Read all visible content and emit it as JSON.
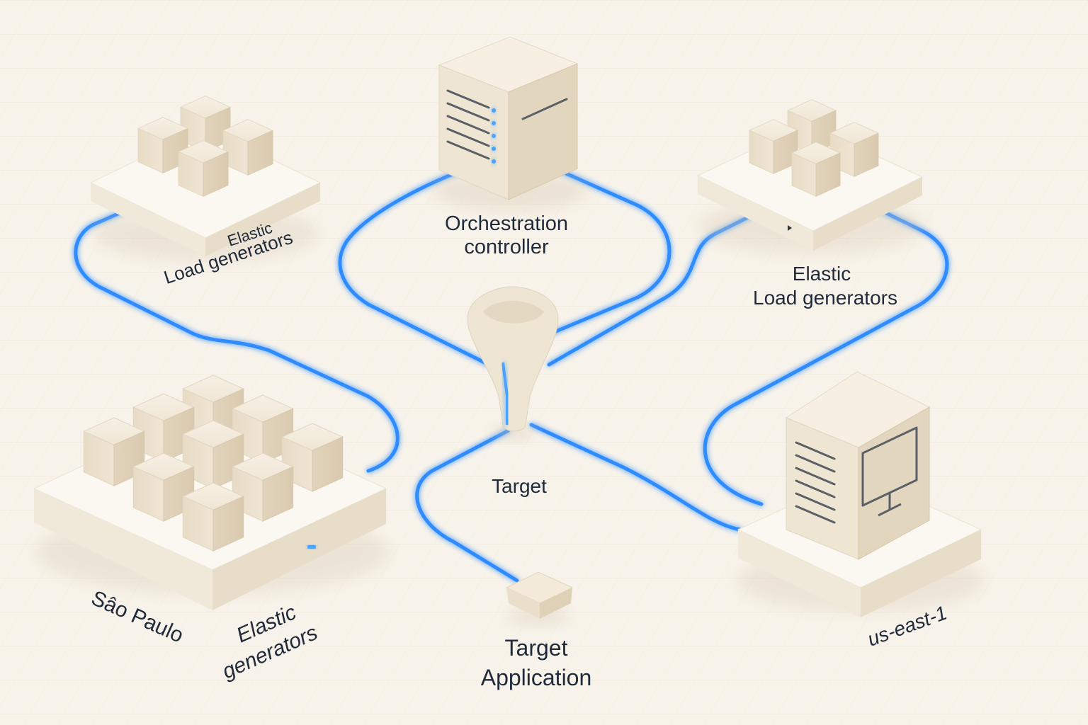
{
  "labels": {
    "orchestration_line1": "Orchestration",
    "orchestration_line2": "controller",
    "top_left_line1": "Elastic",
    "top_left_line2": "Load generators",
    "top_right_line1": "Elastic",
    "top_right_line2": "Load generators",
    "target": "Target",
    "target_app_line1": "Target",
    "target_app_line2": "Application",
    "sao_paulo": "Sâo Paulo",
    "bottom_left_line1": "Elastic",
    "bottom_left_line2": "generators",
    "us_east": "us-east-1"
  },
  "colors": {
    "background": "#f8f3ea",
    "connector": "#2f8cff",
    "node_face": "#efe5d3",
    "platform": "#faf6ef"
  }
}
